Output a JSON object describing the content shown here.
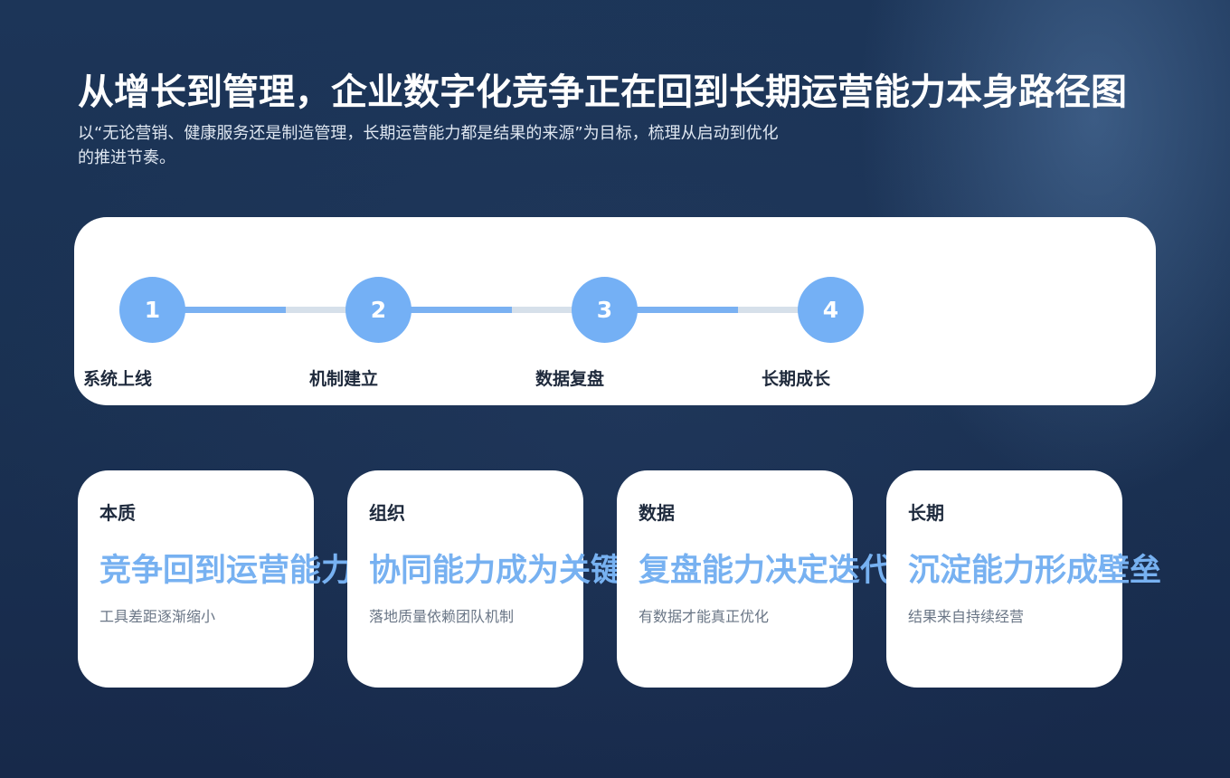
{
  "header": {
    "title": "从增长到管理，企业数字化竞争正在回到长期运营能力本身路径图",
    "subtitle": "以“无论营销、健康服务还是制造管理，长期运营能力都是结果的来源”为目标，梳理从启动到优化的推进节奏。"
  },
  "timeline": {
    "steps": [
      {
        "number": "1",
        "label": "系统上线"
      },
      {
        "number": "2",
        "label": "机制建立"
      },
      {
        "number": "3",
        "label": "数据复盘"
      },
      {
        "number": "4",
        "label": "长期成长"
      }
    ]
  },
  "cards": [
    {
      "category": "本质",
      "headline": "竞争回到运营能力",
      "description": "工具差距逐渐缩小"
    },
    {
      "category": "组织",
      "headline": "协同能力成为关键",
      "description": "落地质量依赖团队机制"
    },
    {
      "category": "数据",
      "headline": "复盘能力决定迭代",
      "description": "有数据才能真正优化"
    },
    {
      "category": "长期",
      "headline": "沉淀能力形成壁垒",
      "description": "结果来自持续经营"
    }
  ],
  "colors": {
    "accent": "#74b0f5",
    "track_inactive": "#d6e0ea",
    "background": "#1a3152",
    "card": "#ffffff"
  }
}
